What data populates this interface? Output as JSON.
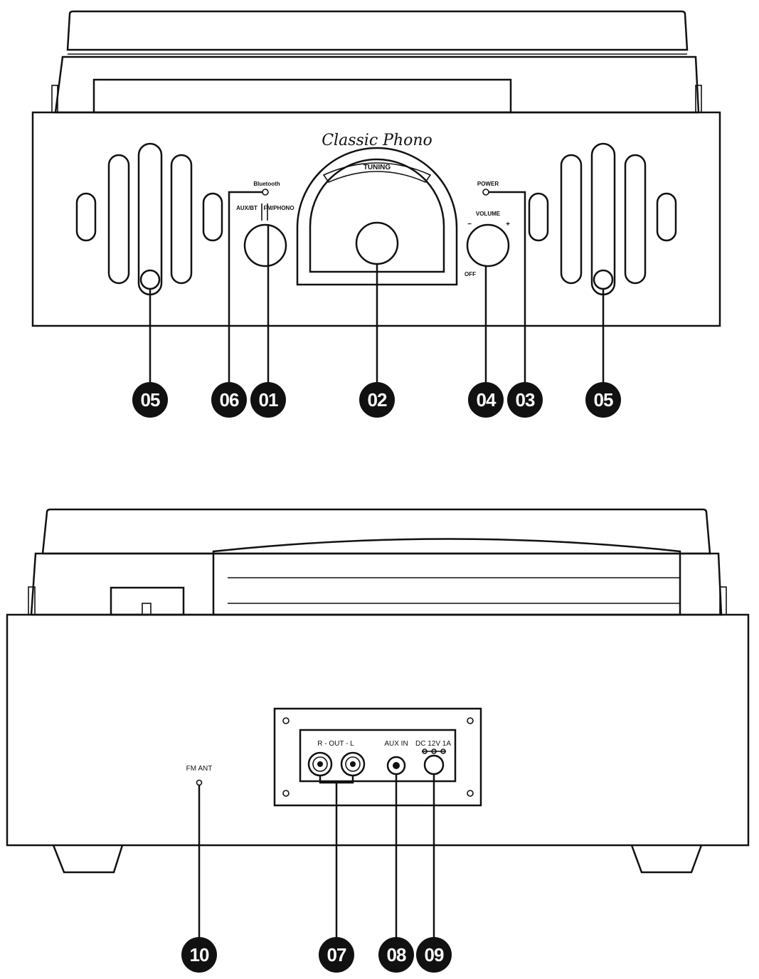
{
  "front": {
    "brand": "Classic Phono",
    "tuning": "TUNING",
    "bluetooth": "Bluetooth",
    "aux_bt": "AUX/BT",
    "fm_phono": "FM/PHONO",
    "power": "POWER",
    "volume": "VOLUME",
    "minus": "−",
    "plus": "+",
    "off": "OFF"
  },
  "back": {
    "fm_ant": "FM ANT",
    "rca_out": "R - OUT - L",
    "aux_in": "AUX IN",
    "dc_in": "DC 12V 1A"
  },
  "callouts": {
    "c05a": "05",
    "c06": "06",
    "c01": "01",
    "c02": "02",
    "c04": "04",
    "c03": "03",
    "c05b": "05",
    "c10": "10",
    "c07": "07",
    "c08": "08",
    "c09": "09"
  }
}
